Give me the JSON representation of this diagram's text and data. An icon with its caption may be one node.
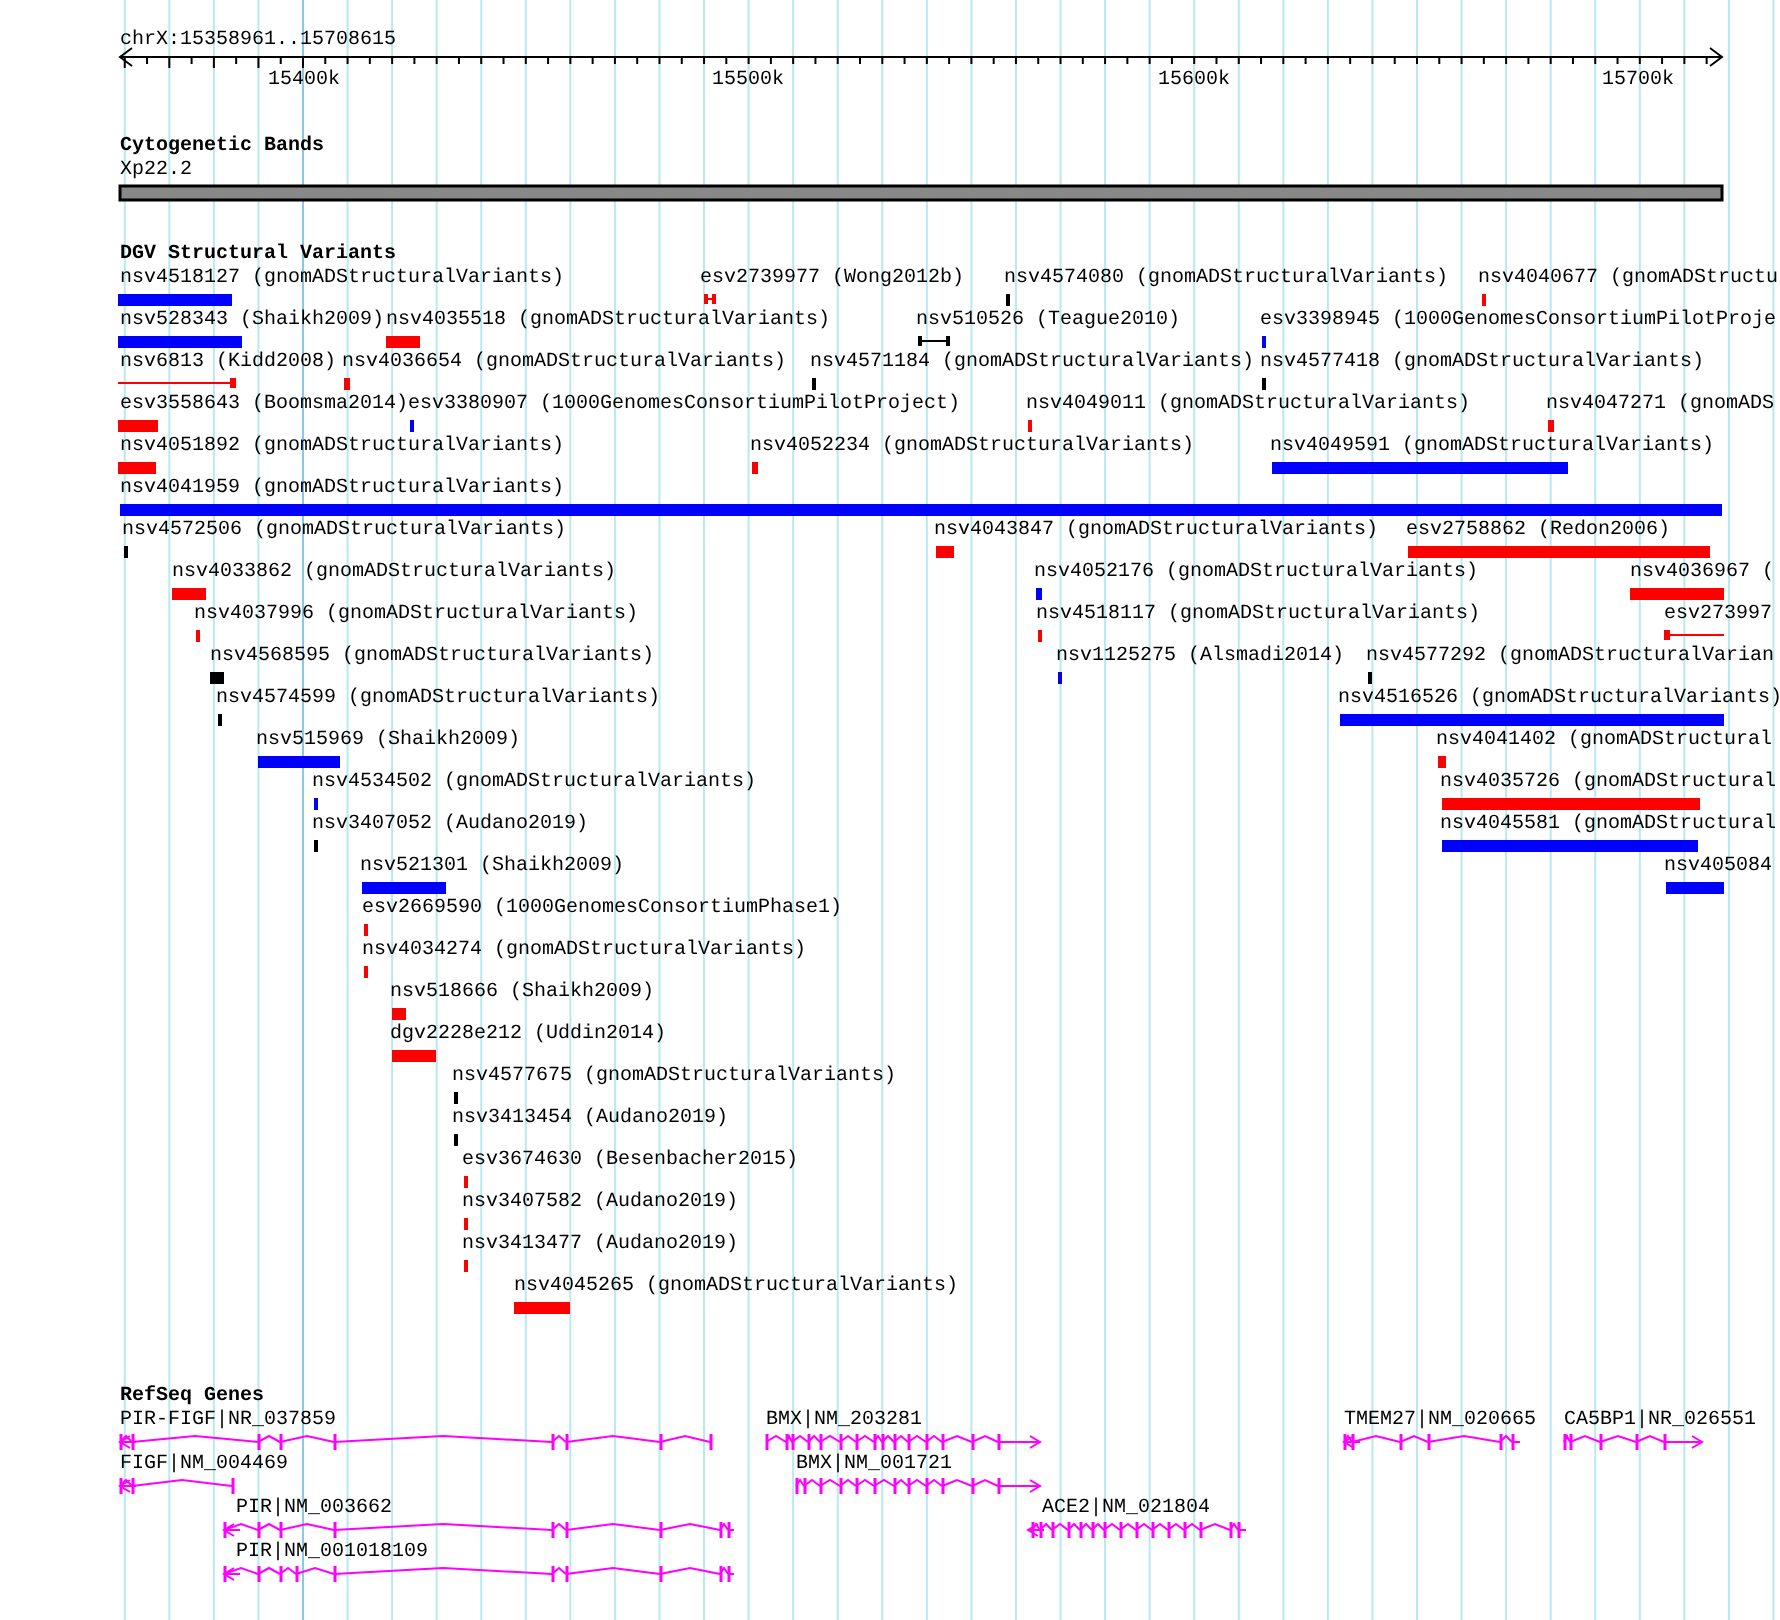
{
  "diagram": {
    "labels": [
      "chrX:15358961..15708615",
      "15400k",
      "15500k",
      "15600k",
      "15700k",
      "Cytogenetic Bands",
      "Xp22.2",
      "DGV Structural Variants",
      "nsv4518127 (gnomADStructuralVariants)",
      "esv2739977 (Wong2012b)",
      "nsv4574080 (gnomADStructuralVariants)",
      "nsv4040677 (gnomADStructu",
      "nsv528343 (Shaikh2009)",
      "nsv4035518 (gnomADStructuralVariants)",
      "nsv510526 (Teague2010)",
      "esv3398945 (1000GenomesConsortiumPilotProje",
      "nsv6813 (Kidd2008)",
      "nsv4036654 (gnomADStructuralVariants)",
      "nsv4571184 (gnomADStructuralVariants)",
      "nsv4577418 (gnomADStructuralVariants)",
      "esv3558643 (Boomsma2014)",
      "esv3380907 (1000GenomesConsortiumPilotProject)",
      "nsv4049011 (gnomADStructuralVariants)",
      "nsv4047271 (gnomADS",
      "nsv4051892 (gnomADStructuralVariants)",
      "nsv4052234 (gnomADStructuralVariants)",
      "nsv4049591 (gnomADStructuralVariants)",
      "nsv4041959 (gnomADStructuralVariants)",
      "nsv4572506 (gnomADStructuralVariants)",
      "nsv4043847 (gnomADStructuralVariants)",
      "esv2758862 (Redon2006)",
      "nsv4033862 (gnomADStructuralVariants)",
      "nsv4052176 (gnomADStructuralVariants)",
      "nsv4036967 (",
      "nsv4037996 (gnomADStructuralVariants)",
      "nsv4518117 (gnomADStructuralVariants)",
      "esv273997",
      "nsv4568595 (gnomADStructuralVariants)",
      "nsv1125275 (Alsmadi2014)",
      "nsv4577292 (gnomADStructuralVarian",
      "nsv4574599 (gnomADStructuralVariants)",
      "nsv4516526 (gnomADStructuralVariants)",
      "nsv515969 (Shaikh2009)",
      "nsv4041402 (gnomADStructural",
      "nsv4534502 (gnomADStructuralVariants)",
      "nsv4035726 (gnomADStructural",
      "nsv3407052 (Audano2019)",
      "nsv4045581 (gnomADStructural",
      "nsv521301 (Shaikh2009)",
      "nsv405084",
      "esv2669590 (1000GenomesConsortiumPhase1)",
      "nsv4034274 (gnomADStructuralVariants)",
      "nsv518666 (Shaikh2009)",
      "dgv2228e212 (Uddin2014)",
      "nsv4577675 (gnomADStructuralVariants)",
      "nsv3413454 (Audano2019)",
      "esv3674630 (Besenbacher2015)",
      "nsv3407582 (Audano2019)",
      "nsv3413477 (Audano2019)",
      "nsv4045265 (gnomADStructuralVariants)",
      "RefSeq Genes",
      "PIR-FIGF|NR_037859",
      "BMX|NM_203281",
      "TMEM27|NM_020665",
      "CA5BP1|NR_026551",
      "FIGF|NM_004469",
      "BMX|NM_001721",
      "PIR|NM_003662",
      "ACE2|NM_021804",
      "PIR|NM_001018109"
    ]
  }
}
